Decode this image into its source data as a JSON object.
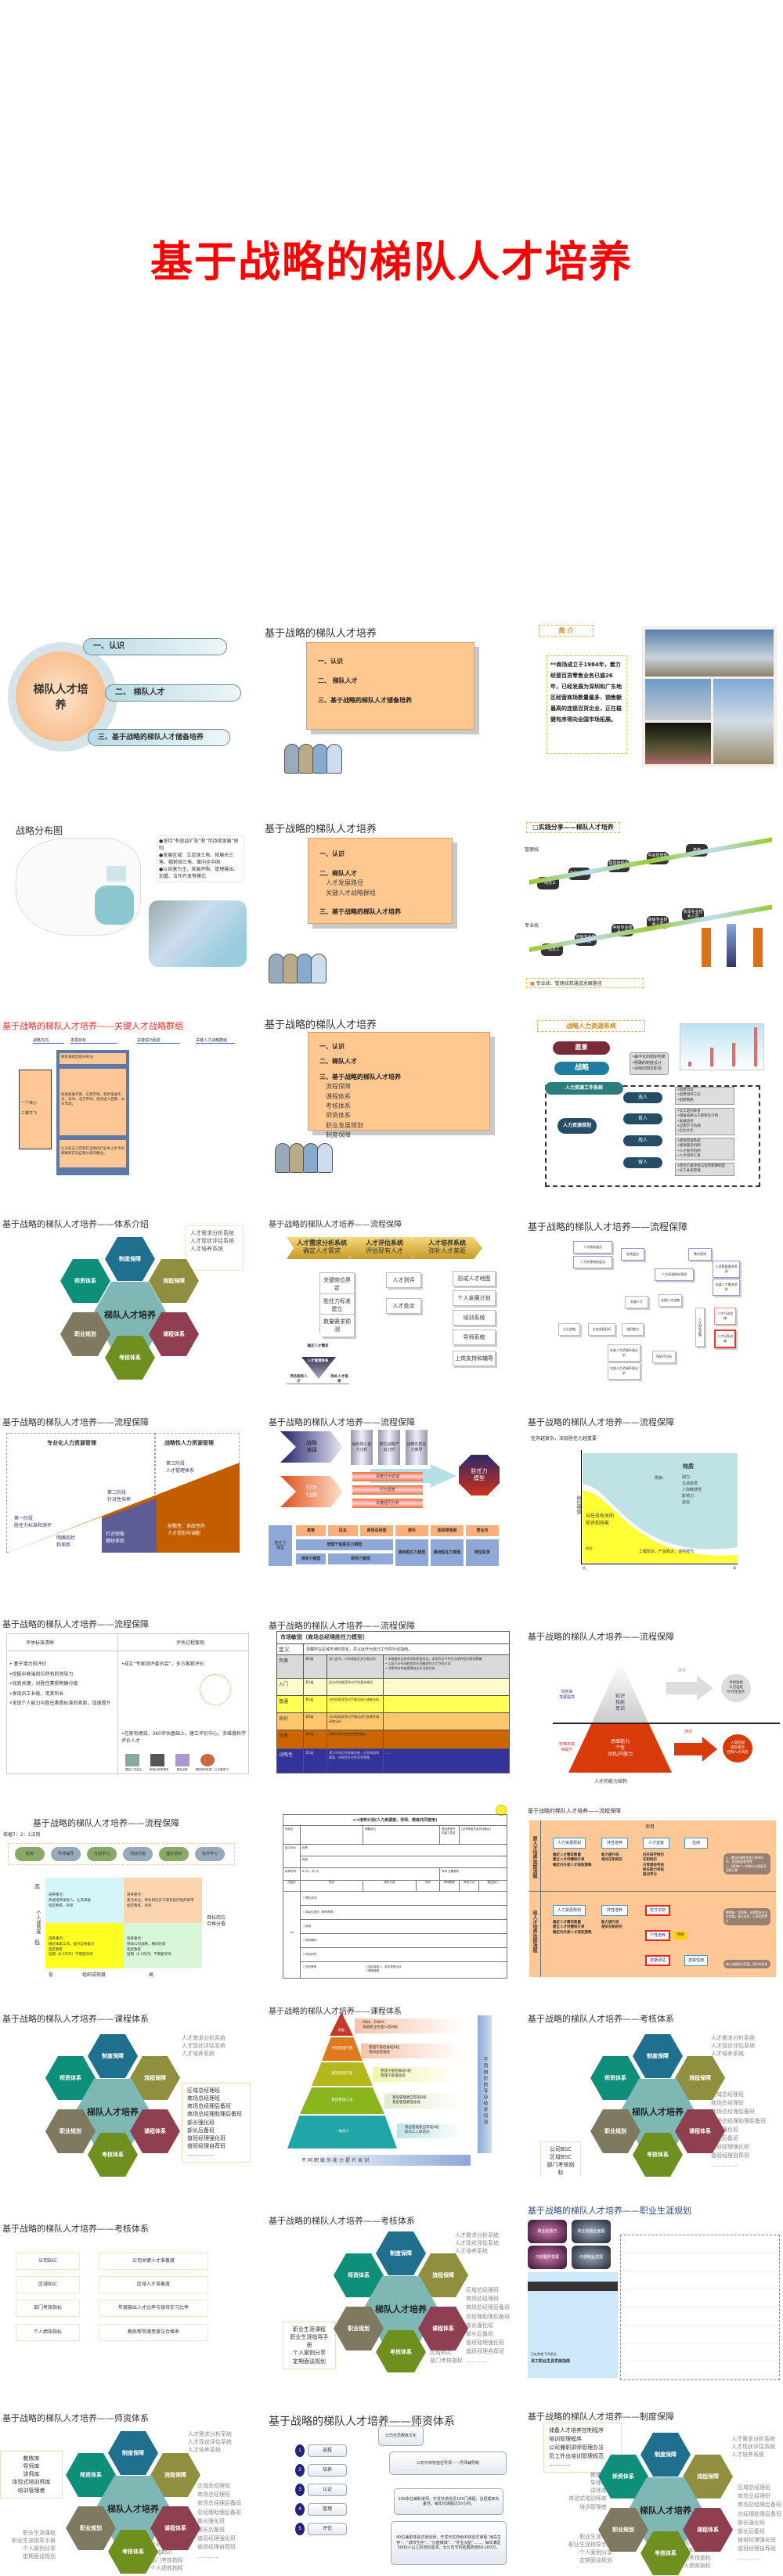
{
  "cover": {
    "title": "基于战略的梯队人才培养"
  },
  "slides": {
    "agenda1": {
      "center": "梯队人才培养",
      "items": [
        "一、认识",
        "二、 梯队人才",
        "三、基于战略的梯队人才储备培养"
      ]
    },
    "outline1": {
      "title": "基于战略的梯队人才培养",
      "items": [
        "一、认识",
        "二、 梯队人才",
        "三、基于战略的梯队人才储备培养"
      ]
    },
    "intro": {
      "tag": "简 介",
      "text": "**商场成立于1984年，着力经营百货零售业务已逾26年，已经发展为深圳和广东地区经营商场数量最多、销售额最高的连锁百货企业，正在稳健有序得向全国市场拓展。"
    },
    "strategy_map": {
      "title": "战略分布图",
      "bullets": [
        "●坚持“有效益扩张”和“可持续发展”原则",
        "●发展区域：立足珠三角、拓展长三角、辐射闽三角、面向全中国",
        "●以自营为主，发展并购、管理输出、加盟、合作开发等模式"
      ]
    },
    "outline2": {
      "title": "基于战略的梯队人才培养",
      "item1": "一、认识",
      "item2": "二、梯队人才",
      "item2_subs": [
        "人才发展路径",
        "关键人才战略群组"
      ],
      "item3": "三、基于战略的梯队人才培养"
    },
    "practice": {
      "tag": "□实践分享——梯队人才培养",
      "mgmt_label": "管理线",
      "mgmt_steps": [
        "一线员工",
        "基层管理者",
        "基层管理干部",
        "中高层管理干部",
        "高管"
      ],
      "pro_label": "专业线",
      "pro_steps": [
        "一线员工",
        "初级专业技术人员",
        "中级专业技术人员",
        "高级专业技术人员",
        "资深专业技术人员"
      ],
      "footer": "专业线、管理线双通道发展路径"
    },
    "key_group": {
      "title": "基于战略的梯队人才培养——关键人才战略群组",
      "headers": [
        "战略方向",
        "发展目标",
        "关键成功因素",
        "关键人才战略群组"
      ],
      "left_box": [
        "一个核心",
        "三翼齐飞"
      ],
      "goal1": "顾客满意度提升80分",
      "goal2": "快速发展华南、东南市场，稳步拓展华东、华中、北京市场，尝试进入西南、山东市场。",
      "goal3": "让天虹员工得到在当地同行业中上水平的薪酬和实现自我价值的舞台。"
    },
    "outline3": {
      "title": "基于战略的梯队人才培养",
      "item1": "一、认识",
      "item2": "二、梯队人才",
      "item3": "三、基于战略的梯队人才培养",
      "item3_subs": [
        "流程保障",
        "课程体系",
        "考核体系",
        "师资体系",
        "职业发展规划",
        "制度保障"
      ]
    },
    "hr_system": {
      "tag": "战略人力资源系统",
      "vision": "愿景",
      "strategy": "战略",
      "work_system": "人力资源工作系统",
      "planning": "人力资源规划",
      "org_notes": [
        "•扁平化的组织构架",
        "•明确的制度设计",
        "•清晰的岗位职责"
      ],
      "actions": [
        {
          "label": "选人",
          "notes": [
            "•招聘流程",
            "•招聘测评方法",
            "•招聘网络"
          ]
        },
        {
          "label": "育人",
          "notes": [
            "•员工培训体系",
            "•储备培养与干部继任计划",
            "•发展途径",
            "•自我学习热潮",
            "•企业文化"
          ]
        },
        {
          "label": "用人",
          "notes": [
            "•绩效管理系统",
            "•绩效面谈机制",
            "•人才盘点机制",
            "•人才测评工具"
          ]
        },
        {
          "label": "留人",
          "notes": [
            "•岗位价值评估与宽带薪酬制度",
            "•员工关系管理"
          ]
        }
      ]
    },
    "system_intro": {
      "title": "基于战略的梯队人才培养——体系介绍",
      "note": "人才需求分析系统\n人才现状评估系统\n人才培养系统"
    },
    "hex_labels": {
      "center": "梯队人才培养",
      "top": "制度保障",
      "upper_left": "师资体系",
      "upper_right": "流程保障",
      "lower_left": "职业规划",
      "lower_right": "课程体系",
      "bottom": "考核体系"
    },
    "flow1": {
      "title": "基于战略的梯队人才培养——流程保障",
      "chevrons": [
        {
          "name": "人才需求分析系统",
          "sub": "确定人才需求"
        },
        {
          "name": "人才评估系统",
          "sub": "评估现有人才"
        },
        {
          "name": "人才培养系统",
          "sub": "弥补人才差距"
        }
      ],
      "col1": [
        "关键岗位界定",
        "胜任力标准建立",
        "数量需求预测"
      ],
      "col2": [
        "人才测评",
        "人才盘点"
      ],
      "col3": [
        "形成人才地图",
        "个人发展计划",
        "培训系统",
        "导师系统",
        "上岗支持和辅导"
      ],
      "triangle": {
        "top": "确定人才需求",
        "center": "人才管理体系",
        "left": "评估现有人才",
        "right": "弥补人才差距"
      }
    },
    "flow2": {
      "title": "基于战略的梯队人才培养——流程保障",
      "nodes": [
        "人员结构盘点",
        "人力资源指标盘点",
        "现状盘点",
        "需求预测",
        "人员数量需求预测",
        "人力资源指标预测",
        "关键人才需求预测",
        "关键人才",
        "关键人才战略",
        "企业战略",
        "业务发展目标",
        "组织能力",
        "人才供给战略",
        "人才引进战略",
        "人才培养战略",
        "外部人力资源环境分析",
        "内部人力资源环境分析",
        "SWOT分析"
      ]
    },
    "flow3": {
      "title": "基于战略的梯队人才培养——流程保障",
      "left_header": "专业化人力资源管理",
      "right_header": "战略性人力资源管理",
      "stage1": "第一阶段\n胜任力标准和测评",
      "stage2": "第二阶段\n针对性培养",
      "stage3": "第三阶段\n人才管理体系",
      "tag1": "明确现状\n和差距",
      "tag2": "针对短板\n缩短差距",
      "tag3": "前瞻性、系统性的\n人才规划与调配"
    },
    "flow4": {
      "title": "基于战略的梯队人才培养——流程保障",
      "top_chevron": "战略\n演绎",
      "bottom_chevron": "行为\n归纳",
      "columns": [
        "组织核心能力分析",
        "岗位战略产出分析",
        "战略性胜任力推导"
      ],
      "bars": [
        "深度行为访谈",
        "行为调查",
        "关键经历分析"
      ],
      "octagon": "胜任力\n模型",
      "row_head": "胜任力\n模型",
      "levels": [
        "高管",
        "区总",
        "商场总经理",
        "部长",
        "基层管理者",
        "营业员"
      ],
      "models": [
        "管理干部胜任力模型",
        "通用胜任力模型",
        "通用胜任力模型",
        "岗位职责"
      ],
      "leadership": [
        "领导力模型",
        "领导力模型"
      ]
    },
    "flow5": {
      "title": "基于战略的梯队人才培养——流程保障",
      "intro": "任务越复杂，深层胜任力越重要",
      "top_label": "特质",
      "example": "例如:",
      "traits": [
        "耐力",
        "主动自觉",
        "人际敏感性",
        "影响力",
        "自信"
      ],
      "bottom_label": "与任务有关的\n知识和技能",
      "bottom_example": "工程知识，产品知识，谈判技巧",
      "y_axis": "岗位绩效",
      "x_axis_low": "低",
      "x_axis_high": "高"
    },
    "flow6": {
      "title": "基于战略的梯队人才培养——流程保障",
      "col1_head": "评估标准清晰",
      "col2_head": "评估过程客观",
      "col1": [
        "• 基于潜力的评价",
        "•挖掘中高端岗位特有的领导力",
        "•找到关键，对胜任素质明确分级",
        "•发现员工长板，用其所长",
        "•发现个人能力与胜任素质标准的差距，加速提升"
      ],
      "col2": [
        "•成立“专家测评委员会”，多方客观评价",
        "•在原有绩效、360评估基础上，建立评价中心，多维度科学评价人才"
      ],
      "tools": [
        "模拟工作会议",
        "案例分析和报告",
        "角色扮演",
        "模拟邮件处理（公文筐练习）"
      ]
    },
    "flow7": {
      "title": "基于战略的梯队人才培养——流程保障",
      "table_title": "市场敏锐（商场总经理胜任力模型）",
      "definition_label": "定义",
      "definition": "洞察所在区域市场的变化，并以此作为自己工作的行动指南。",
      "rows": [
        {
          "level": "负面",
          "grade": "第0级",
          "desc": "闭门造车，对市场缺乏关注和分析",
          "notes": "• 未能要求当地市场的明显特点，采用完全不符合当地特征的营销策略\n• 以自己对市场趋势的主观臆测作为工作的方向\n• 对影响市场各要素缺乏关注和总结",
          "color": "#d9d9d9"
        },
        {
          "level": "入门",
          "grade": "第1级",
          "desc": "关注市场和竞争对手的基本情况",
          "notes": "……",
          "color": "#fffacc"
        },
        {
          "level": "普通",
          "grade": "第2级",
          "desc": "对市场和竞争对手情况进行调查分析",
          "notes": "……",
          "color": "#ffff55"
        },
        {
          "level": "良好",
          "grade": "第3级",
          "desc": "对市场和竞争对手情况进行系统性调研和分析",
          "notes": "……",
          "color": "#fcc66c"
        },
        {
          "level": "优秀",
          "grade": "第4级",
          "desc": "洞悉市场机会并前瞻性推进",
          "notes": "……",
          "color": "#cc6600"
        },
        {
          "level": "战略性",
          "grade": "第5级",
          "desc": "建立市场信息收集机制，信息网络和渠道，并制定针对性竞争策略",
          "notes": "……",
          "color": "#333399"
        }
      ]
    },
    "flow8": {
      "title": "基于战略的梯队人才培养——流程保障",
      "iceberg_top": "知识\n技能\n意识",
      "iceberg_bottom": "思维能力\n个性\n动机/内驱力",
      "left_top": "较容易\n发展提高",
      "left_bottom": "较难改变\n和提升",
      "arrow_label": "测评",
      "result_top": "寻找短板\n认识差距\n针对性提升",
      "result_bottom": "人岗匹配\n团队组合\n控制人才风险",
      "caption": "人才的能力结构"
    },
    "flow9": {
      "title": "基于战略的梯队人才培养——流程保障",
      "rule": "依据7：2：1法则",
      "methods": [
        "轮岗",
        "导师辅导",
        "行动学习",
        "项目历练",
        "理论培训",
        "标杆学习"
      ],
      "y_high": "高",
      "y_low": "低",
      "y_label": "个人成熟度",
      "x_low": "低",
      "x_label": "组织成熟度",
      "x_high": "高",
      "target": "目标岗位\n合格分值",
      "q1": "培养重点：\n快速培养接班人，让其储备\n指定教练、导师",
      "q2": "培养重点：\n重点关注，目标岗位实习或有指向性的帮带\n指定教练、导师",
      "q3": "培养重点：\n做好本职工作，提升自身能力\n指定教练\n短期（0.5年内）不需配导师",
      "q4": "培养重点：\n熟知公司战略，横向轮岗\n指定教练\n短期（0.5年内）不需配导师"
    },
    "form": {
      "title": "××培养计划(人力资源部、导师、教练共同使用)",
      "labels": [
        "现岗位",
        "储备岗位",
        "需培养提升的能力项目",
        "(由专家委员会测评输出)",
        "能力评价",
        "优势",
        "短板",
        "培养时间",
        "年 月— 年 月",
        "导师",
        "主要教练",
        "改进点",
        "项目",
        "具体方案",
        "时间",
        "帮带教练",
        "考核方式",
        "跟进部门"
      ],
      "items": [
        "□理论培训",
        "□本岗位强化（教练帮带）",
        "□轮岗",
        "□导师辅导",
        "□项目研究",
        "□挂任教练"
      ],
      "last_plan": "□指定接班人，制定帮带计划\n□教练课程"
    },
    "flow10": {
      "title": "基于战略的梯队人才培养——流程保障",
      "project": "项目",
      "lane1": "原人才培养选拔流程",
      "lane2": "现人才培养选拔流程",
      "row1": [
        "人力资源规划",
        "共性培养",
        "人才选拔",
        "任用"
      ],
      "row1_notes": [
        "确定人才需求数量\n建立人才供需统计表\n确定内外部人才获取策略",
        "能力提升班\n相关任职经历",
        "内外部学经历\n任职经历\n日常绩效考核\n胜任能力考核\n面试评分"
      ],
      "row2": [
        "人力资源规划",
        "共性培养",
        "优才识别",
        "个性培养",
        "定期评估",
        "选拔任用"
      ],
      "row2_notes": [
        "确定人才需求数量\n建立人才供需统计表\n确定内外部人才获取策略",
        "能力提升班\n相关任职经历"
      ],
      "callouts": [
        "1、增加关键胜任能力测评环节，保证甄选客观性\n2、识别每个人的能力长短板及培养计划",
        "教练制、导师制、自我提升全方位实施，保证业务、心态同步提升",
        "缩小选拔面试范围，提升有效性"
      ]
    },
    "course1": {
      "title": "基于战略的梯队人才培养——课程体系",
      "note": "人才需求分析系统\n人才现状评估系统\n人才培养系统",
      "classes": "区域总经理班\n商场总经理班\n商场总经理后备班\n商场总经理助理后备班\n部长强化班\n部长后备班\n值班经理强化班\n值班经理自荐班\n……………"
    },
    "course2": {
      "title": "基于战略的梯队人才培养——课程体系",
      "levels": [
        {
          "name": "高管",
          "courses": "MBA、EMBA、\n高级职业经理人培训班",
          "color": "#c0392b"
        },
        {
          "name": "中层管理干部",
          "courses": "管理干部后备班B班\n商场总经理班",
          "color": "#e07a1f"
        },
        {
          "name": "基层管理干部",
          "courses": "管理干部后备班A班\n管理干部强化班",
          "color": "#b5b81a"
        },
        {
          "name": "基层管理人员",
          "courses": "基层管理者自荐班B班\n基层管理者强化班",
          "color": "#8bb51c"
        },
        {
          "name": "一线员工",
          "courses": "基层管理者自荐班A班\n新员工入职培训",
          "color": "#1fa7a7"
        }
      ],
      "side": "不同岗位的专业技术培训",
      "bottom": "不同职级的能力提升培训"
    },
    "assess1": {
      "title": "基于战略的梯队人才培养——考核体系",
      "note": "人才需求分析系统\n人才现状评估系统\n人才培养系统",
      "classes": "区域总经理班\n商场总经理班\n商场总经理后备班\n商场总经理助理后备班\n部长强化班\n部长后备班\n值班经理强化班\n值班经理自荐班\n……………",
      "kpi": "公司BSC\n区域BSC\n部门考核指标\n个人绩效指标"
    },
    "assess2": {
      "title": "基于战略的梯队人才培养——考核体系",
      "left": [
        "公司BSC",
        "区域BSC",
        "部门考核指标",
        "个人绩效指标"
      ],
      "right": [
        "公司关键人才准备度",
        "区域人才准备度",
        "年度输出人才比率与接待实习比率",
        "教练帮带满意度与合格率"
      ]
    },
    "assess3": {
      "title": "基于战略的梯队人才培养——考核体系",
      "note": "人才需求分析系统\n人才现状评估系统\n人才培养系统",
      "classes": "区域总经理班\n商场总经理班\n商场总经理后备班\n总经理助理后备班\n部长强化班\n部长后备班\n值班经理强化班\n值班经理自荐班\n…………",
      "career": "职业生涯课程\n职业生涯指导手册\n个人案例分享\n定期面谈规划",
      "kpi": "公司BSC\n区域BSC\n部门考核指标"
    },
    "career": {
      "title": "基于战略的梯队人才培养——职业生涯规划",
      "buttons": [
        "职业化技巧",
        "职业发展全面图",
        "内部晋升发展",
        "外部职业发展"
      ],
      "booklet_title": "员工职业生涯发展指南",
      "booklet_sub": "天虹梦想  平凡职业"
    },
    "teacher1": {
      "title": "基于战略的梯队人才培养——师资体系",
      "note": "人才需求分析系统\n人才现状评估系统\n人才培养系统",
      "pool": "教练库\n导师库\n讲师库\n体验式培训师库\n培训管理者",
      "classes": "区域总经理班\n商场总经理班\n商场总经理后备班\n总经理助理后备班\n部长强化班\n部长后备班\n值班经理强化班\n值班经理自荐班\n…………",
      "career": "职业生涯课程\n职业生涯指导手册\n个人案例分享\n定期面谈规划",
      "kpi": "公司BSC\n区域BSC\n部门考核指标\n个人绩效指标"
    },
    "teacher2": {
      "title": "基于战略的梯队人才培养——师资体系",
      "steps": [
        {
          "num": "1",
          "label": "选拔"
        },
        {
          "num": "2",
          "label": "培养"
        },
        {
          "num": "3",
          "label": "认证"
        },
        {
          "num": "4",
          "label": "管理"
        },
        {
          "num": "5",
          "label": "评优"
        }
      ],
      "boxes": [
        "公司全员教练文化",
        "公司中高管担任导师——导师辅导制",
        "200余位兼职讲师，开发并讲授近100门课程；总经理率先垂范，每年授课超过50小时。",
        "40位兼职体验式培训师，开发天虹特色的体验式课程“海岛生存”、“城市生存”、“沙盘推演”、“寻宝沉船”……，每年满足5000人以上的培训需求，为公司节约拓展费用60-100万。"
      ]
    },
    "policy": {
      "title": "基于战略的梯队人才培养——制度保障",
      "policies": "储备人才培养控制程序\n培训管理程序\n公司兼职讲师管理办法\n员工外出培训管理规范\n…………",
      "note": "人才需求分析系统\n人才现状评估系统\n人才培养系统",
      "pool": "教练库\n导师库\n讲师库\n体验式培训师库\n培训管理者",
      "classes": "区域总经理班\n商场总经理班\n商场总经理后备班\n总经理助理后备班\n部长强化班\n部长后备班\n值班经理强化班\n值班经理自荐班\n…………",
      "career": "职业生涯课程\n职业生涯指导手册\n个人案例分享\n定期面谈规划",
      "kpi": "公司BSC\n区域BSC\n部门考核指标\n个人绩效指标"
    }
  },
  "colors": {
    "title_red": "#ff0000",
    "orange_box": "#ffc890",
    "hex_top": "#1f6f8f",
    "hex_ul": "#0e8f7a",
    "hex_ur": "#8f8f3f",
    "hex_ll": "#7f7a5f",
    "hex_lr": "#8f3f4f",
    "hex_bottom": "#6f8f1f",
    "hex_center": "#7fb7b5"
  }
}
